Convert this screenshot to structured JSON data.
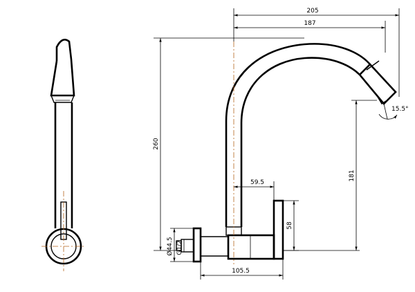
{
  "dimensions": {
    "overall_reach": "205",
    "spout_reach": "187",
    "height": "260",
    "spout_outlet_height": "181",
    "spout_angle": "15.5°",
    "base_offset": "59.5",
    "body_height": "58",
    "flange_diameter": "Ø44.5",
    "thread": "G1/2",
    "body_length": "105.5"
  },
  "colors": {
    "line": "#000000",
    "centerline": "#b5651d"
  }
}
